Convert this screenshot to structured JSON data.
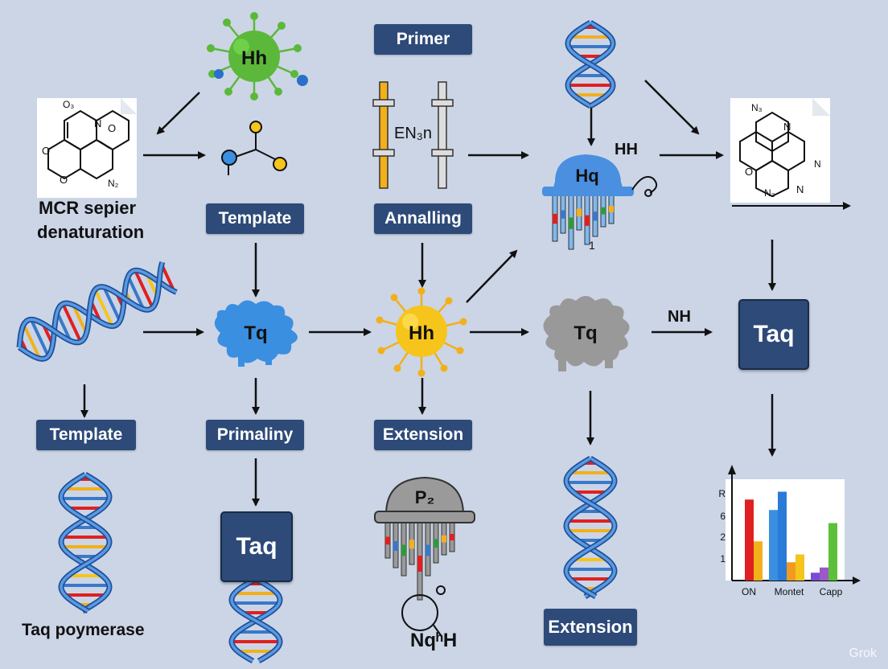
{
  "colors": {
    "background": "#cbd5e6",
    "box": "#2d4a78",
    "dna_blue": "#3a78c9",
    "green_blob": "#5cb83a",
    "yellow_blob": "#f2c21b",
    "blue_blob": "#4a8fe0",
    "grey_blob": "#9a9a9a"
  },
  "labels": {
    "primer": "Primer",
    "template_mid": "Template",
    "annealing": "Annalling",
    "template_left": "Template",
    "primaliny": "Primaliny",
    "extension_mid": "Extension",
    "extension_right": "Extension"
  },
  "taq_boxes": [
    "Taq",
    "Taq"
  ],
  "blobs": {
    "green": "Hh",
    "yellow": "Hh",
    "blue_center": "Tq",
    "grey": "Tq",
    "blue_bell": "Hq",
    "grey_bell": "P₂"
  },
  "text": {
    "mcr_line1": "MCR sepier",
    "mcr_line2": "denaturation",
    "taq_polymerase": "Taq poymerase",
    "en_label": "EN₃n",
    "hh": "HH",
    "nh": "NH",
    "nq_h": "NqʰH",
    "bell_sub": "1"
  },
  "molecule_left": {
    "top": "O₃",
    "n": "N",
    "o_right": "O",
    "o_left": "O",
    "o_bottom": "O",
    "n_bottom": "N₂"
  },
  "molecule_right": {
    "n_top": "N₃",
    "n_mid": "N",
    "o_left": "O",
    "n_bottom": "N₂",
    "n_right": "N",
    "n_right2": "N"
  },
  "chart_data": {
    "type": "bar",
    "categories": [
      "ON",
      "Montet",
      "Capp"
    ],
    "y_tick_labels": [
      "R",
      "6",
      "2",
      "1"
    ],
    "series": [
      {
        "color": "#e02020",
        "values": [
          6.2,
          null,
          null
        ]
      },
      {
        "color": "#f2b01b",
        "values": [
          3.0,
          null,
          null
        ]
      },
      {
        "color": "#3a8fe0",
        "values": [
          null,
          5.4,
          null
        ]
      },
      {
        "color": "#2a7bd8",
        "values": [
          null,
          6.8,
          null
        ]
      },
      {
        "color": "#f09a20",
        "values": [
          null,
          1.4,
          null
        ]
      },
      {
        "color": "#f5c51b",
        "values": [
          null,
          2.0,
          null
        ]
      },
      {
        "color": "#7a4bd0",
        "values": [
          null,
          null,
          0.6
        ]
      },
      {
        "color": "#9b59c8",
        "values": [
          null,
          null,
          1.0
        ]
      },
      {
        "color": "#5cc03a",
        "values": [
          null,
          null,
          4.4
        ]
      }
    ]
  },
  "watermark": "Grok"
}
